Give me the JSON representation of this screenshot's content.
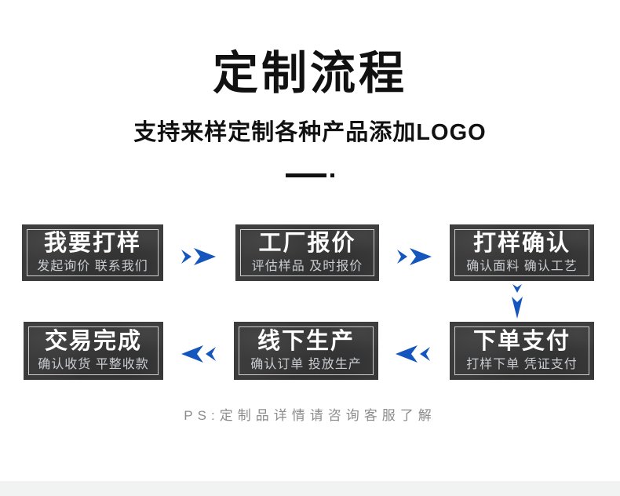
{
  "page": {
    "title": "定制流程",
    "subtitle": "支持来样定制各种产品添加LOGO",
    "footer_note": "PS:定制品详情请咨询客服了解"
  },
  "steps": [
    {
      "title": "我要打样",
      "subtitle": "发起询价 联系我们"
    },
    {
      "title": "工厂报价",
      "subtitle": "评估样品 及时报价"
    },
    {
      "title": "打样确认",
      "subtitle": "确认面料 确认工艺"
    },
    {
      "title": "下单支付",
      "subtitle": "打样下单 凭证支付"
    },
    {
      "title": "线下生产",
      "subtitle": "确认订单 投放生产"
    },
    {
      "title": "交易完成",
      "subtitle": "确认收货 平整收款"
    }
  ],
  "icons": {
    "forward_arrow": "double-chevron-right",
    "backward_arrow": "double-chevron-left",
    "down_arrow": "double-chevron-down"
  },
  "colors": {
    "arrow_blue": "#1456bd",
    "box_bg": "#3b3b3b",
    "box_border": "#e8e8e8",
    "box_subtitle": "#c9cdd1",
    "ink": "#111111",
    "footer_gray": "#8c8c8c",
    "bottom_bar": "#f1f2f2"
  }
}
